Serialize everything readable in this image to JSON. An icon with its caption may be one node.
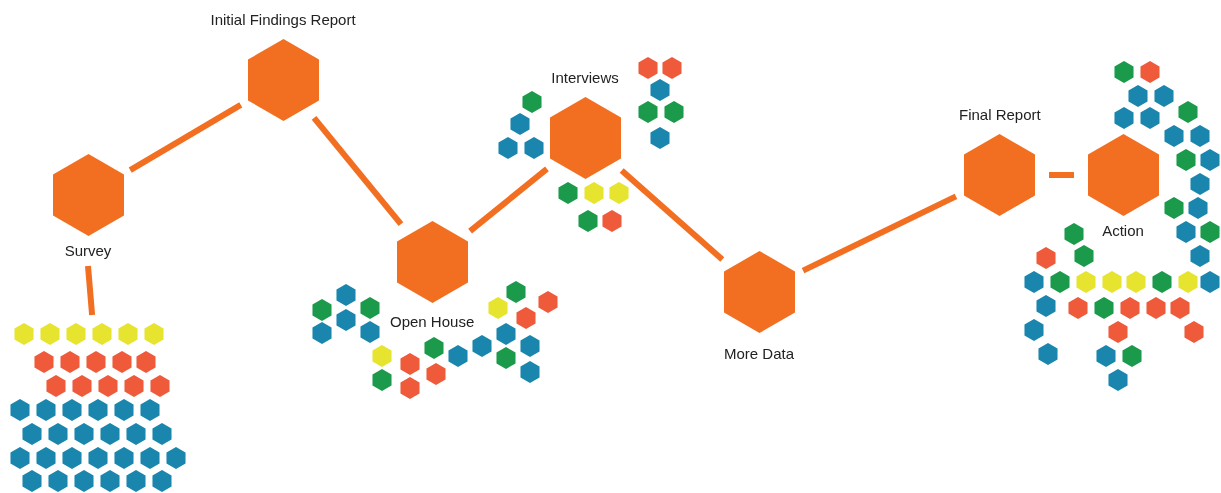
{
  "diagram": {
    "nodes": [
      {
        "text": [
          "Survey"
        ]
      },
      {
        "text": [
          "Initial Findings Report"
        ]
      },
      {
        "text": [
          "Open House"
        ]
      },
      {
        "text": [
          "Interviews"
        ]
      },
      {
        "text": [
          "More Data"
        ]
      },
      {
        "text": [
          "Final Report"
        ]
      },
      {
        "text": [
          "Action"
        ]
      },
      {
        "text": [],
        "shape": "picture"
      }
    ],
    "edges": [
      {
        "from": 0,
        "to": 1,
        "arrow": "none"
      },
      {
        "from": 1,
        "to": 2,
        "arrow": "none"
      },
      {
        "from": 2,
        "to": 3,
        "arrow": "none"
      },
      {
        "from": 3,
        "to": 4,
        "arrow": "none"
      },
      {
        "from": 4,
        "to": 5,
        "arrow": "none"
      },
      {
        "from": 5,
        "to": 6,
        "arrow": "none"
      },
      {
        "from": 0,
        "to": 7,
        "arrow": "none"
      }
    ]
  }
}
